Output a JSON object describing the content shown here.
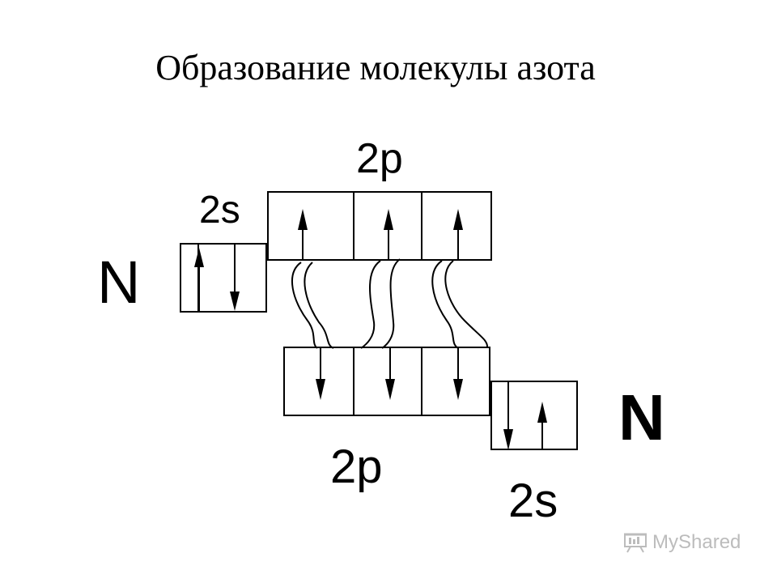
{
  "title": "Образование молекулы азота",
  "top_atom": {
    "symbol": "N",
    "s_label": "2s",
    "p_label": "2p"
  },
  "bottom_atom": {
    "symbol": "N",
    "s_label": "2s",
    "p_label": "2p"
  },
  "watermark": {
    "text": "MyShared",
    "icon": "projector-screen-icon"
  }
}
